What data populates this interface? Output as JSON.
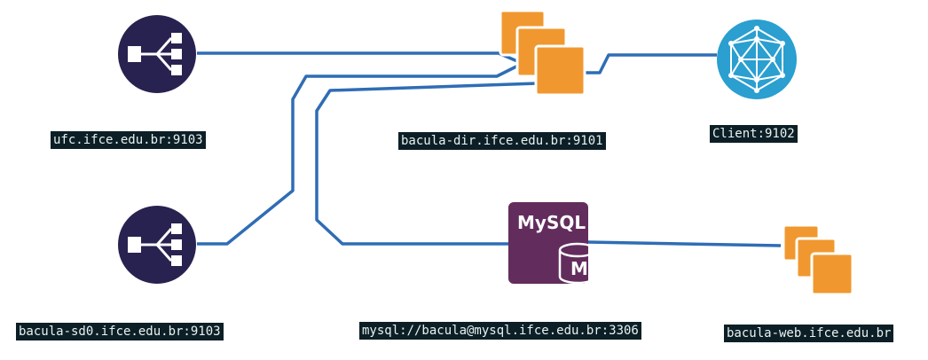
{
  "colors": {
    "link": "#2f6db5",
    "storage_node": "#27224f",
    "director_box": "#f0982f",
    "director_box_stroke": "#ffffff",
    "client_globe": "#2a9fd0",
    "mysql_box": "#622d5c",
    "label_bg": "#0d1f26",
    "label_text": "#e8f2f2"
  },
  "icons": {
    "storage": "share-arrows-icon",
    "director": "stacked-boxes-icon",
    "client": "network-globe-icon",
    "mysql": "mysql-database-icon",
    "web": "stacked-boxes-icon"
  },
  "mysql_box_title": "MySQL",
  "mysql_cylinder_letter": "M",
  "nodes": {
    "ufc": {
      "label": "ufc.ifce.edu.br:9103"
    },
    "sd0": {
      "label": "bacula-sd0.ifce.edu.br:9103"
    },
    "director": {
      "label": "bacula-dir.ifce.edu.br:9101"
    },
    "client": {
      "label": "Client:9102"
    },
    "mysql": {
      "label": "mysql://bacula@mysql.ifce.edu.br:3306"
    },
    "web": {
      "label": "bacula-web.ifce.edu.br"
    }
  }
}
